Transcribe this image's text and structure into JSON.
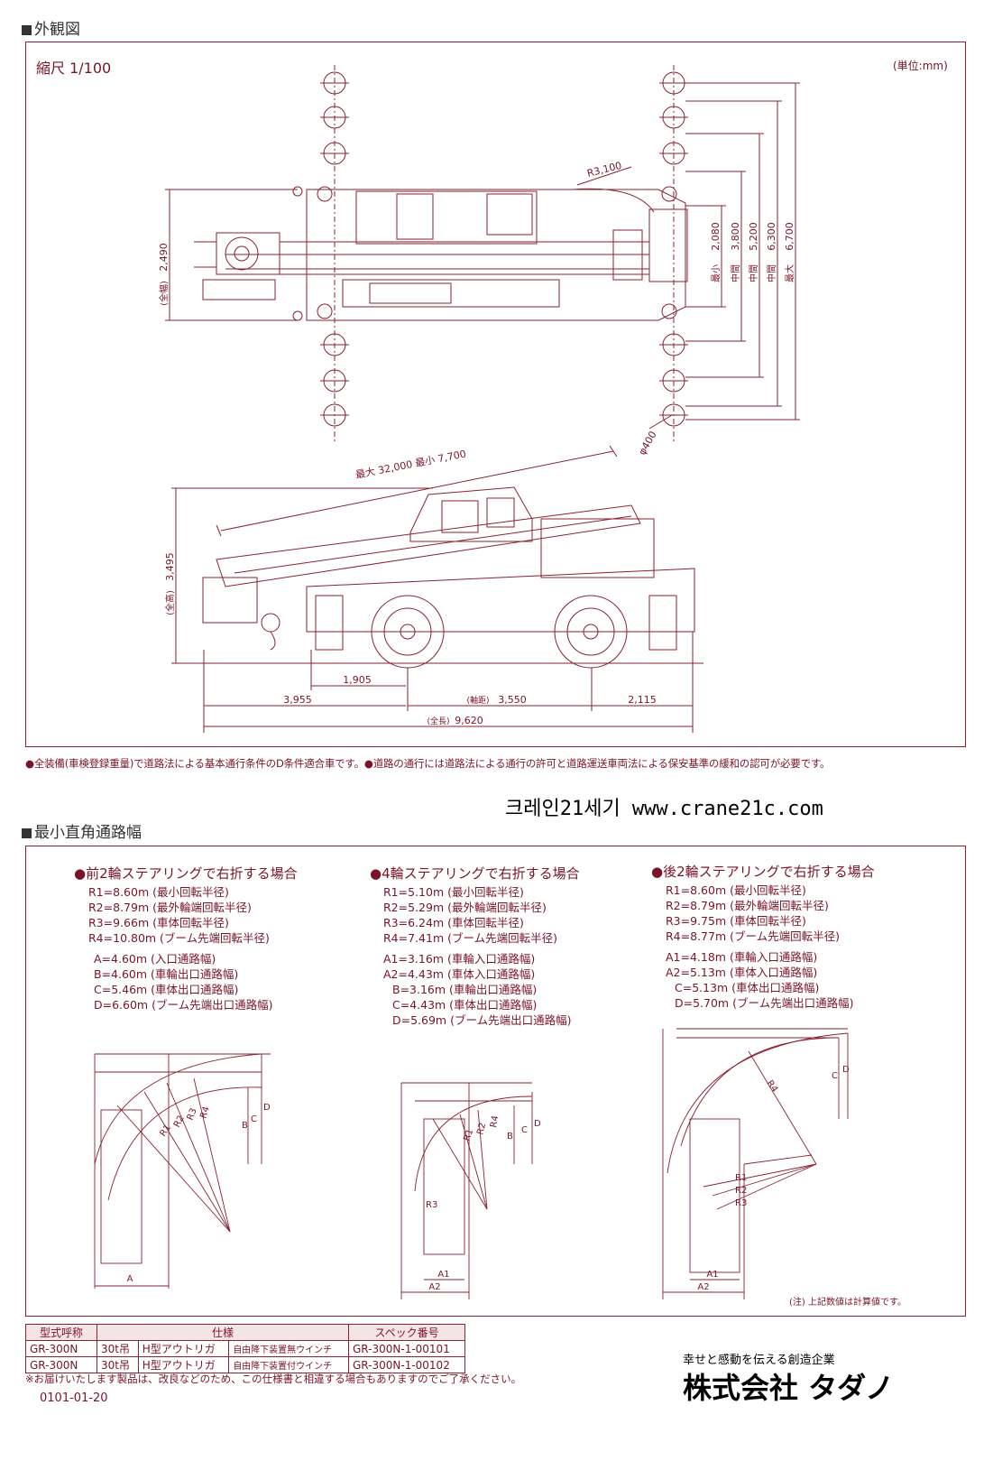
{
  "sections": {
    "exterior_title": "外観図",
    "corridor_title": "最小直角通路幅"
  },
  "exterior": {
    "scale": "縮尺 1/100",
    "unit": "(単位:mm)",
    "top_dims": {
      "width_label": "(全幅)",
      "width": "2,490",
      "radius": "R3,100",
      "outrigger": [
        {
          "tag": "最小",
          "value": "2,080"
        },
        {
          "tag": "中間",
          "value": "3,800"
        },
        {
          "tag": "中間",
          "value": "5,200"
        },
        {
          "tag": "中間",
          "value": "6,300"
        },
        {
          "tag": "最大",
          "value": "6,700"
        }
      ],
      "pad": "φ400"
    },
    "side_dims": {
      "height_label": "(全高)",
      "height": "3,495",
      "boom": "最大 32,000  最小 7,700",
      "d1905": "1,905",
      "front": "3,955",
      "wheelbase_label": "(軸距)",
      "wheelbase": "3,550",
      "rear": "2,115",
      "length_label": "(全長)",
      "length": "9,620"
    },
    "footnote": "●全装備(車検登録重量)で道路法による基本通行条件のD条件適合車です。●道路の通行には道路法による通行の許可と道路運送車両法による保安基準の緩和の認可が必要です。"
  },
  "watermark": "크레인21세기 www.crane21c.com",
  "cases": [
    {
      "title": "●前2輪ステアリングで右折する場合",
      "radii": [
        "R1=8.60m (最小回転半径)",
        "R2=8.79m (最外輪端回転半径)",
        "R3=9.66m (車体回転半径)",
        "R4=10.80m (ブーム先端回転半径)"
      ],
      "widths": [
        "A=4.60m (入口通路幅)",
        "B=4.60m (車輪出口通路幅)",
        "C=5.46m (車体出口通路幅)",
        "D=6.60m (ブーム先端出口通路幅)"
      ]
    },
    {
      "title": "●4輪ステアリングで右折する場合",
      "radii": [
        "R1=5.10m (最小回転半径)",
        "R2=5.29m (最外輪端回転半径)",
        "R3=6.24m (車体回転半径)",
        "R4=7.41m (ブーム先端回転半径)"
      ],
      "widths": [
        "A1=3.16m (車輪入口通路幅)",
        "A2=4.43m (車体入口通路幅)",
        "B=3.16m (車輪出口通路幅)",
        "C=4.43m (車体出口通路幅)",
        "D=5.69m (ブーム先端出口通路幅)"
      ]
    },
    {
      "title": "●後2輪ステアリングで右折する場合",
      "radii": [
        "R1=8.60m (最小回転半径)",
        "R2=8.79m (最外輪端回転半径)",
        "R3=9.75m (車体回転半径)",
        "R4=8.77m (ブーム先端回転半径)"
      ],
      "widths": [
        "A1=4.18m (車輪入口通路幅)",
        "A2=5.13m (車体入口通路幅)",
        "C=5.13m (車体出口通路幅)",
        "D=5.70m (ブーム先端出口通路幅)"
      ]
    }
  ],
  "diagram_labels": {
    "d1": {
      "A": "A",
      "B": "B",
      "C": "C",
      "D": "D",
      "R1": "R1",
      "R2": "R2",
      "R3": "R3",
      "R4": "R4"
    },
    "d2": {
      "A1": "A1",
      "A2": "A2",
      "B": "B",
      "C": "C",
      "D": "D",
      "R1": "R1",
      "R2": "R2",
      "R3": "R3",
      "R4": "R4"
    },
    "d3": {
      "A1": "A1",
      "A2": "A2",
      "C": "C",
      "D": "D",
      "R1": "R1",
      "R2": "R2",
      "R3": "R3",
      "R4": "R4"
    }
  },
  "calc_note": "(注) 上記数値は計算値です。",
  "spec_table": {
    "headers": [
      "型式呼称",
      "仕様",
      "スペック番号"
    ],
    "rows": [
      [
        "GR-300N",
        "30t吊",
        "H型アウトリガ",
        "自由降下装置無ウインチ",
        "GR-300N-1-00101"
      ],
      [
        "GR-300N",
        "30t吊",
        "H型アウトリガ",
        "自由降下装置付ウインチ",
        "GR-300N-1-00102"
      ]
    ]
  },
  "disclaimer": "※お届けいたします製品は、改良などのため、この仕様書と相違する場合もありますのでご了承ください。",
  "doc_code": "0101-01-20",
  "company": {
    "tagline": "幸せと感動を伝える創造企業",
    "name": "株式会社 タダノ"
  }
}
